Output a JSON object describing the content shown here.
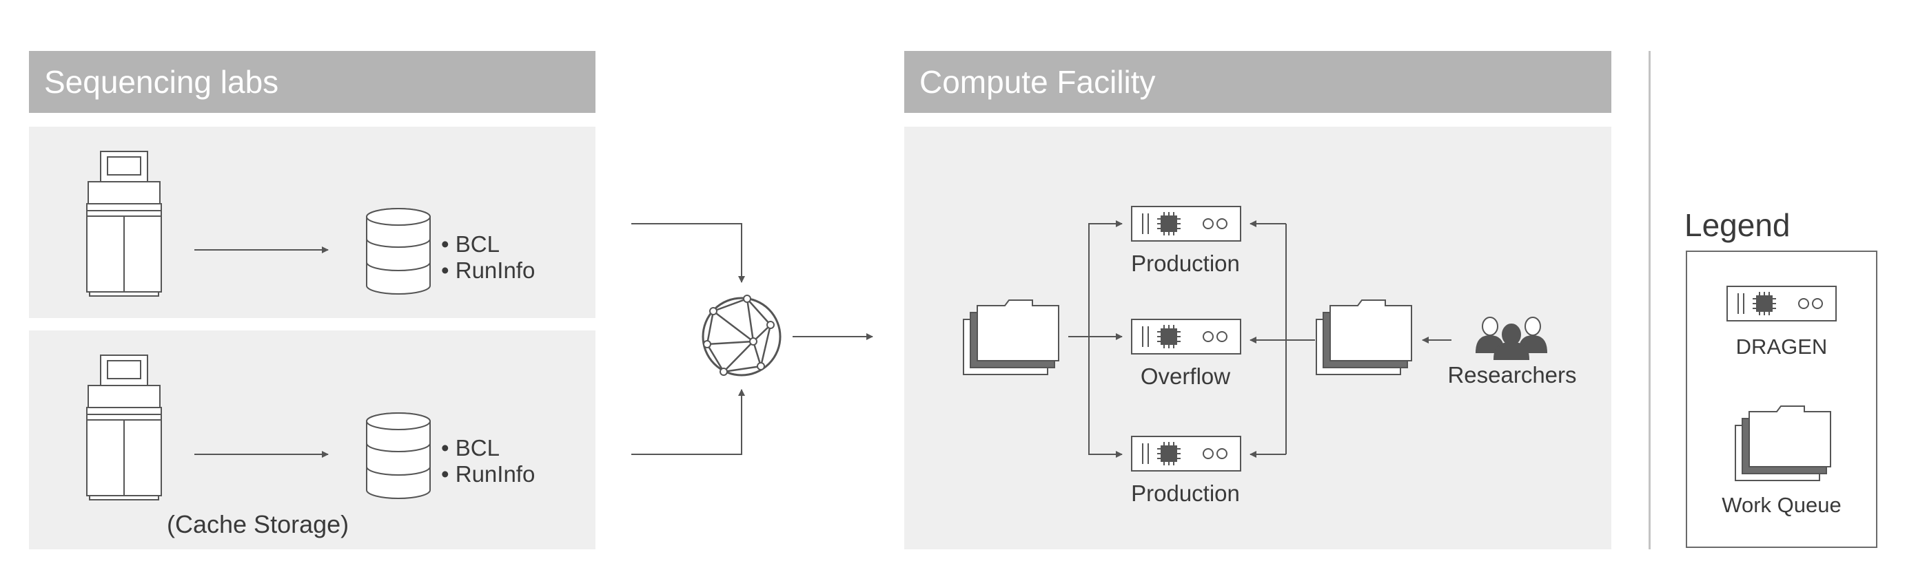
{
  "left_section": {
    "title": "Sequencing labs",
    "rows": [
      {
        "files": [
          "BCL",
          "RunInfo"
        ]
      },
      {
        "files": [
          "BCL",
          "RunInfo"
        ]
      }
    ],
    "cache_label": "(Cache Storage)"
  },
  "compute_section": {
    "title": "Compute Facility",
    "servers": [
      {
        "label": "Production"
      },
      {
        "label": "Overflow"
      },
      {
        "label": "Production"
      }
    ],
    "researchers_label": "Researchers"
  },
  "legend": {
    "title": "Legend",
    "items": [
      {
        "icon": "dragen-server-icon",
        "label": "DRAGEN"
      },
      {
        "icon": "work-queue-icon",
        "label": "Work Queue"
      }
    ]
  },
  "colors": {
    "header": "#b4b4b4",
    "panel": "#efefef",
    "line": "#555555",
    "text": "#3a3a3a"
  }
}
